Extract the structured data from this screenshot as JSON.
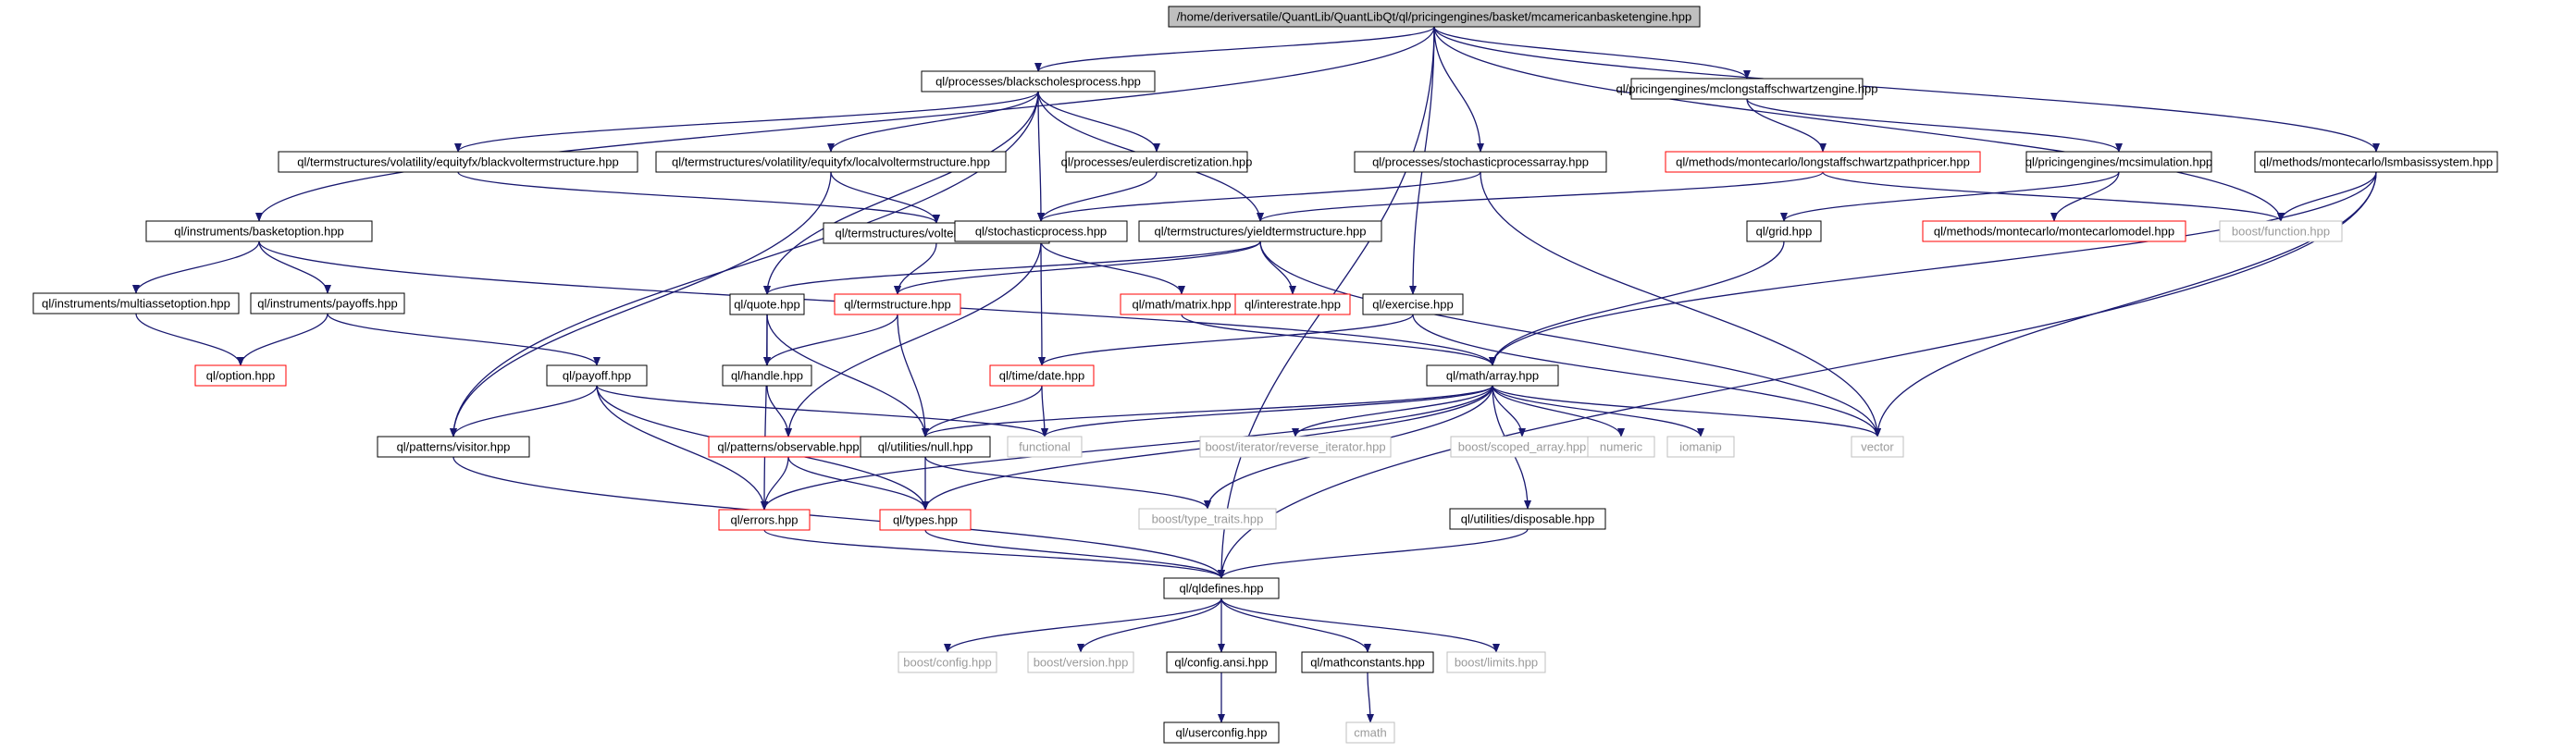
{
  "colors": {
    "edge": "#191970",
    "node_border": "#000000",
    "missing_border": "#ff0000",
    "external_border": "#bfbfbf",
    "root_fill": "#bfbfbf",
    "external_text": "#9a9a9a"
  },
  "nodes": [
    {
      "id": "root",
      "label": "/home/deriversatile/QuantLib/QuantLibQt/ql/pricingengines/basket/mcamericanbasketengine.hpp",
      "kind": "root"
    },
    {
      "id": "bsp",
      "label": "ql/processes/blackscholesprocess.hpp",
      "kind": "normal"
    },
    {
      "id": "mclse",
      "label": "ql/pricingengines/mclongstaffschwartzengine.hpp",
      "kind": "normal"
    },
    {
      "id": "lsmb",
      "label": "ql/methods/montecarlo/lsmbasissystem.hpp",
      "kind": "normal"
    },
    {
      "id": "bvts",
      "label": "ql/termstructures/volatility/equityfx/blackvoltermstructure.hpp",
      "kind": "normal"
    },
    {
      "id": "lvts",
      "label": "ql/termstructures/volatility/equityfx/localvoltermstructure.hpp",
      "kind": "normal"
    },
    {
      "id": "euler",
      "label": "ql/processes/eulerdiscretization.hpp",
      "kind": "normal"
    },
    {
      "id": "spa",
      "label": "ql/processes/stochasticprocessarray.hpp",
      "kind": "normal"
    },
    {
      "id": "lspp",
      "label": "ql/methods/montecarlo/longstaffschwartzpathpricer.hpp",
      "kind": "missing"
    },
    {
      "id": "mcsim",
      "label": "ql/pricingengines/mcsimulation.hpp",
      "kind": "normal"
    },
    {
      "id": "bopt",
      "label": "ql/instruments/basketoption.hpp",
      "kind": "normal"
    },
    {
      "id": "vts",
      "label": "ql/termstructures/voltermstructure.hpp",
      "kind": "normal"
    },
    {
      "id": "sp",
      "label": "ql/stochasticprocess.hpp",
      "kind": "normal"
    },
    {
      "id": "yts",
      "label": "ql/termstructures/yieldtermstructure.hpp",
      "kind": "normal"
    },
    {
      "id": "grid",
      "label": "ql/grid.hpp",
      "kind": "normal"
    },
    {
      "id": "mcm",
      "label": "ql/methods/montecarlo/montecarlomodel.hpp",
      "kind": "missing"
    },
    {
      "id": "bfunc",
      "label": "boost/function.hpp",
      "kind": "external"
    },
    {
      "id": "mao",
      "label": "ql/instruments/multiassetoption.hpp",
      "kind": "normal"
    },
    {
      "id": "payoffs",
      "label": "ql/instruments/payoffs.hpp",
      "kind": "normal"
    },
    {
      "id": "quote",
      "label": "ql/quote.hpp",
      "kind": "normal"
    },
    {
      "id": "ts",
      "label": "ql/termstructure.hpp",
      "kind": "missing"
    },
    {
      "id": "matrix",
      "label": "ql/math/matrix.hpp",
      "kind": "missing"
    },
    {
      "id": "irate",
      "label": "ql/interestrate.hpp",
      "kind": "missing"
    },
    {
      "id": "exercise",
      "label": "ql/exercise.hpp",
      "kind": "normal"
    },
    {
      "id": "option",
      "label": "ql/option.hpp",
      "kind": "missing"
    },
    {
      "id": "payoff",
      "label": "ql/payoff.hpp",
      "kind": "normal"
    },
    {
      "id": "handle",
      "label": "ql/handle.hpp",
      "kind": "normal"
    },
    {
      "id": "date",
      "label": "ql/time/date.hpp",
      "kind": "missing"
    },
    {
      "id": "array",
      "label": "ql/math/array.hpp",
      "kind": "normal"
    },
    {
      "id": "visitor",
      "label": "ql/patterns/visitor.hpp",
      "kind": "normal"
    },
    {
      "id": "observable",
      "label": "ql/patterns/observable.hpp",
      "kind": "missing"
    },
    {
      "id": "null",
      "label": "ql/utilities/null.hpp",
      "kind": "normal"
    },
    {
      "id": "functional",
      "label": "functional",
      "kind": "external"
    },
    {
      "id": "revit",
      "label": "boost/iterator/reverse_iterator.hpp",
      "kind": "external"
    },
    {
      "id": "sarray",
      "label": "boost/scoped_array.hpp",
      "kind": "external"
    },
    {
      "id": "numeric",
      "label": "numeric",
      "kind": "external"
    },
    {
      "id": "iomanip",
      "label": "iomanip",
      "kind": "external"
    },
    {
      "id": "vector",
      "label": "vector",
      "kind": "external"
    },
    {
      "id": "errors",
      "label": "ql/errors.hpp",
      "kind": "missing"
    },
    {
      "id": "types",
      "label": "ql/types.hpp",
      "kind": "missing"
    },
    {
      "id": "ttraits",
      "label": "boost/type_traits.hpp",
      "kind": "external"
    },
    {
      "id": "disposable",
      "label": "ql/utilities/disposable.hpp",
      "kind": "normal"
    },
    {
      "id": "qldefines",
      "label": "ql/qldefines.hpp",
      "kind": "normal"
    },
    {
      "id": "bconfig",
      "label": "boost/config.hpp",
      "kind": "external"
    },
    {
      "id": "bversion",
      "label": "boost/version.hpp",
      "kind": "external"
    },
    {
      "id": "configansi",
      "label": "ql/config.ansi.hpp",
      "kind": "normal"
    },
    {
      "id": "mathconst",
      "label": "ql/mathconstants.hpp",
      "kind": "normal"
    },
    {
      "id": "blimits",
      "label": "boost/limits.hpp",
      "kind": "external"
    },
    {
      "id": "userconfig",
      "label": "ql/userconfig.hpp",
      "kind": "normal"
    },
    {
      "id": "cmath",
      "label": "cmath",
      "kind": "external"
    }
  ],
  "edges": [
    [
      "root",
      "bsp"
    ],
    [
      "root",
      "mclse"
    ],
    [
      "root",
      "lsmb"
    ],
    [
      "root",
      "bopt"
    ],
    [
      "root",
      "spa"
    ],
    [
      "root",
      "exercise"
    ],
    [
      "root",
      "bfunc"
    ],
    [
      "root",
      "qldefines"
    ],
    [
      "bsp",
      "bvts"
    ],
    [
      "bsp",
      "lvts"
    ],
    [
      "bsp",
      "euler"
    ],
    [
      "bsp",
      "sp"
    ],
    [
      "bsp",
      "yts"
    ],
    [
      "bsp",
      "quote"
    ],
    [
      "bsp",
      "visitor"
    ],
    [
      "bvts",
      "vts"
    ],
    [
      "lvts",
      "vts"
    ],
    [
      "lvts",
      "visitor"
    ],
    [
      "euler",
      "sp"
    ],
    [
      "spa",
      "sp"
    ],
    [
      "spa",
      "vector"
    ],
    [
      "mclse",
      "lspp"
    ],
    [
      "mclse",
      "mcsim"
    ],
    [
      "lspp",
      "yts"
    ],
    [
      "lspp",
      "bfunc"
    ],
    [
      "mcsim",
      "grid"
    ],
    [
      "mcsim",
      "mcm"
    ],
    [
      "lsmb",
      "bfunc"
    ],
    [
      "lsmb",
      "array"
    ],
    [
      "lsmb",
      "vector"
    ],
    [
      "lsmb",
      "qldefines"
    ],
    [
      "bopt",
      "mao"
    ],
    [
      "bopt",
      "payoffs"
    ],
    [
      "bopt",
      "array"
    ],
    [
      "mao",
      "option"
    ],
    [
      "payoffs",
      "option"
    ],
    [
      "payoffs",
      "payoff"
    ],
    [
      "vts",
      "ts"
    ],
    [
      "sp",
      "matrix"
    ],
    [
      "sp",
      "date"
    ],
    [
      "sp",
      "observable"
    ],
    [
      "yts",
      "ts"
    ],
    [
      "yts",
      "irate"
    ],
    [
      "yts",
      "quote"
    ],
    [
      "yts",
      "vector"
    ],
    [
      "grid",
      "array"
    ],
    [
      "quote",
      "handle"
    ],
    [
      "quote",
      "null"
    ],
    [
      "quote",
      "errors"
    ],
    [
      "ts",
      "handle"
    ],
    [
      "ts",
      "null"
    ],
    [
      "matrix",
      "array"
    ],
    [
      "exercise",
      "date"
    ],
    [
      "exercise",
      "vector"
    ],
    [
      "payoff",
      "visitor"
    ],
    [
      "payoff",
      "functional"
    ],
    [
      "payoff",
      "errors"
    ],
    [
      "payoff",
      "types"
    ],
    [
      "handle",
      "observable"
    ],
    [
      "date",
      "null"
    ],
    [
      "date",
      "functional"
    ],
    [
      "array",
      "null"
    ],
    [
      "array",
      "functional"
    ],
    [
      "array",
      "revit"
    ],
    [
      "array",
      "sarray"
    ],
    [
      "array",
      "numeric"
    ],
    [
      "array",
      "iomanip"
    ],
    [
      "array",
      "vector"
    ],
    [
      "array",
      "errors"
    ],
    [
      "array",
      "types"
    ],
    [
      "array",
      "ttraits"
    ],
    [
      "array",
      "disposable"
    ],
    [
      "visitor",
      "qldefines"
    ],
    [
      "observable",
      "errors"
    ],
    [
      "observable",
      "types"
    ],
    [
      "null",
      "types"
    ],
    [
      "null",
      "ttraits"
    ],
    [
      "errors",
      "qldefines"
    ],
    [
      "types",
      "qldefines"
    ],
    [
      "disposable",
      "qldefines"
    ],
    [
      "qldefines",
      "bconfig"
    ],
    [
      "qldefines",
      "bversion"
    ],
    [
      "qldefines",
      "configansi"
    ],
    [
      "qldefines",
      "mathconst"
    ],
    [
      "qldefines",
      "blimits"
    ],
    [
      "configansi",
      "userconfig"
    ],
    [
      "mathconst",
      "cmath"
    ]
  ]
}
